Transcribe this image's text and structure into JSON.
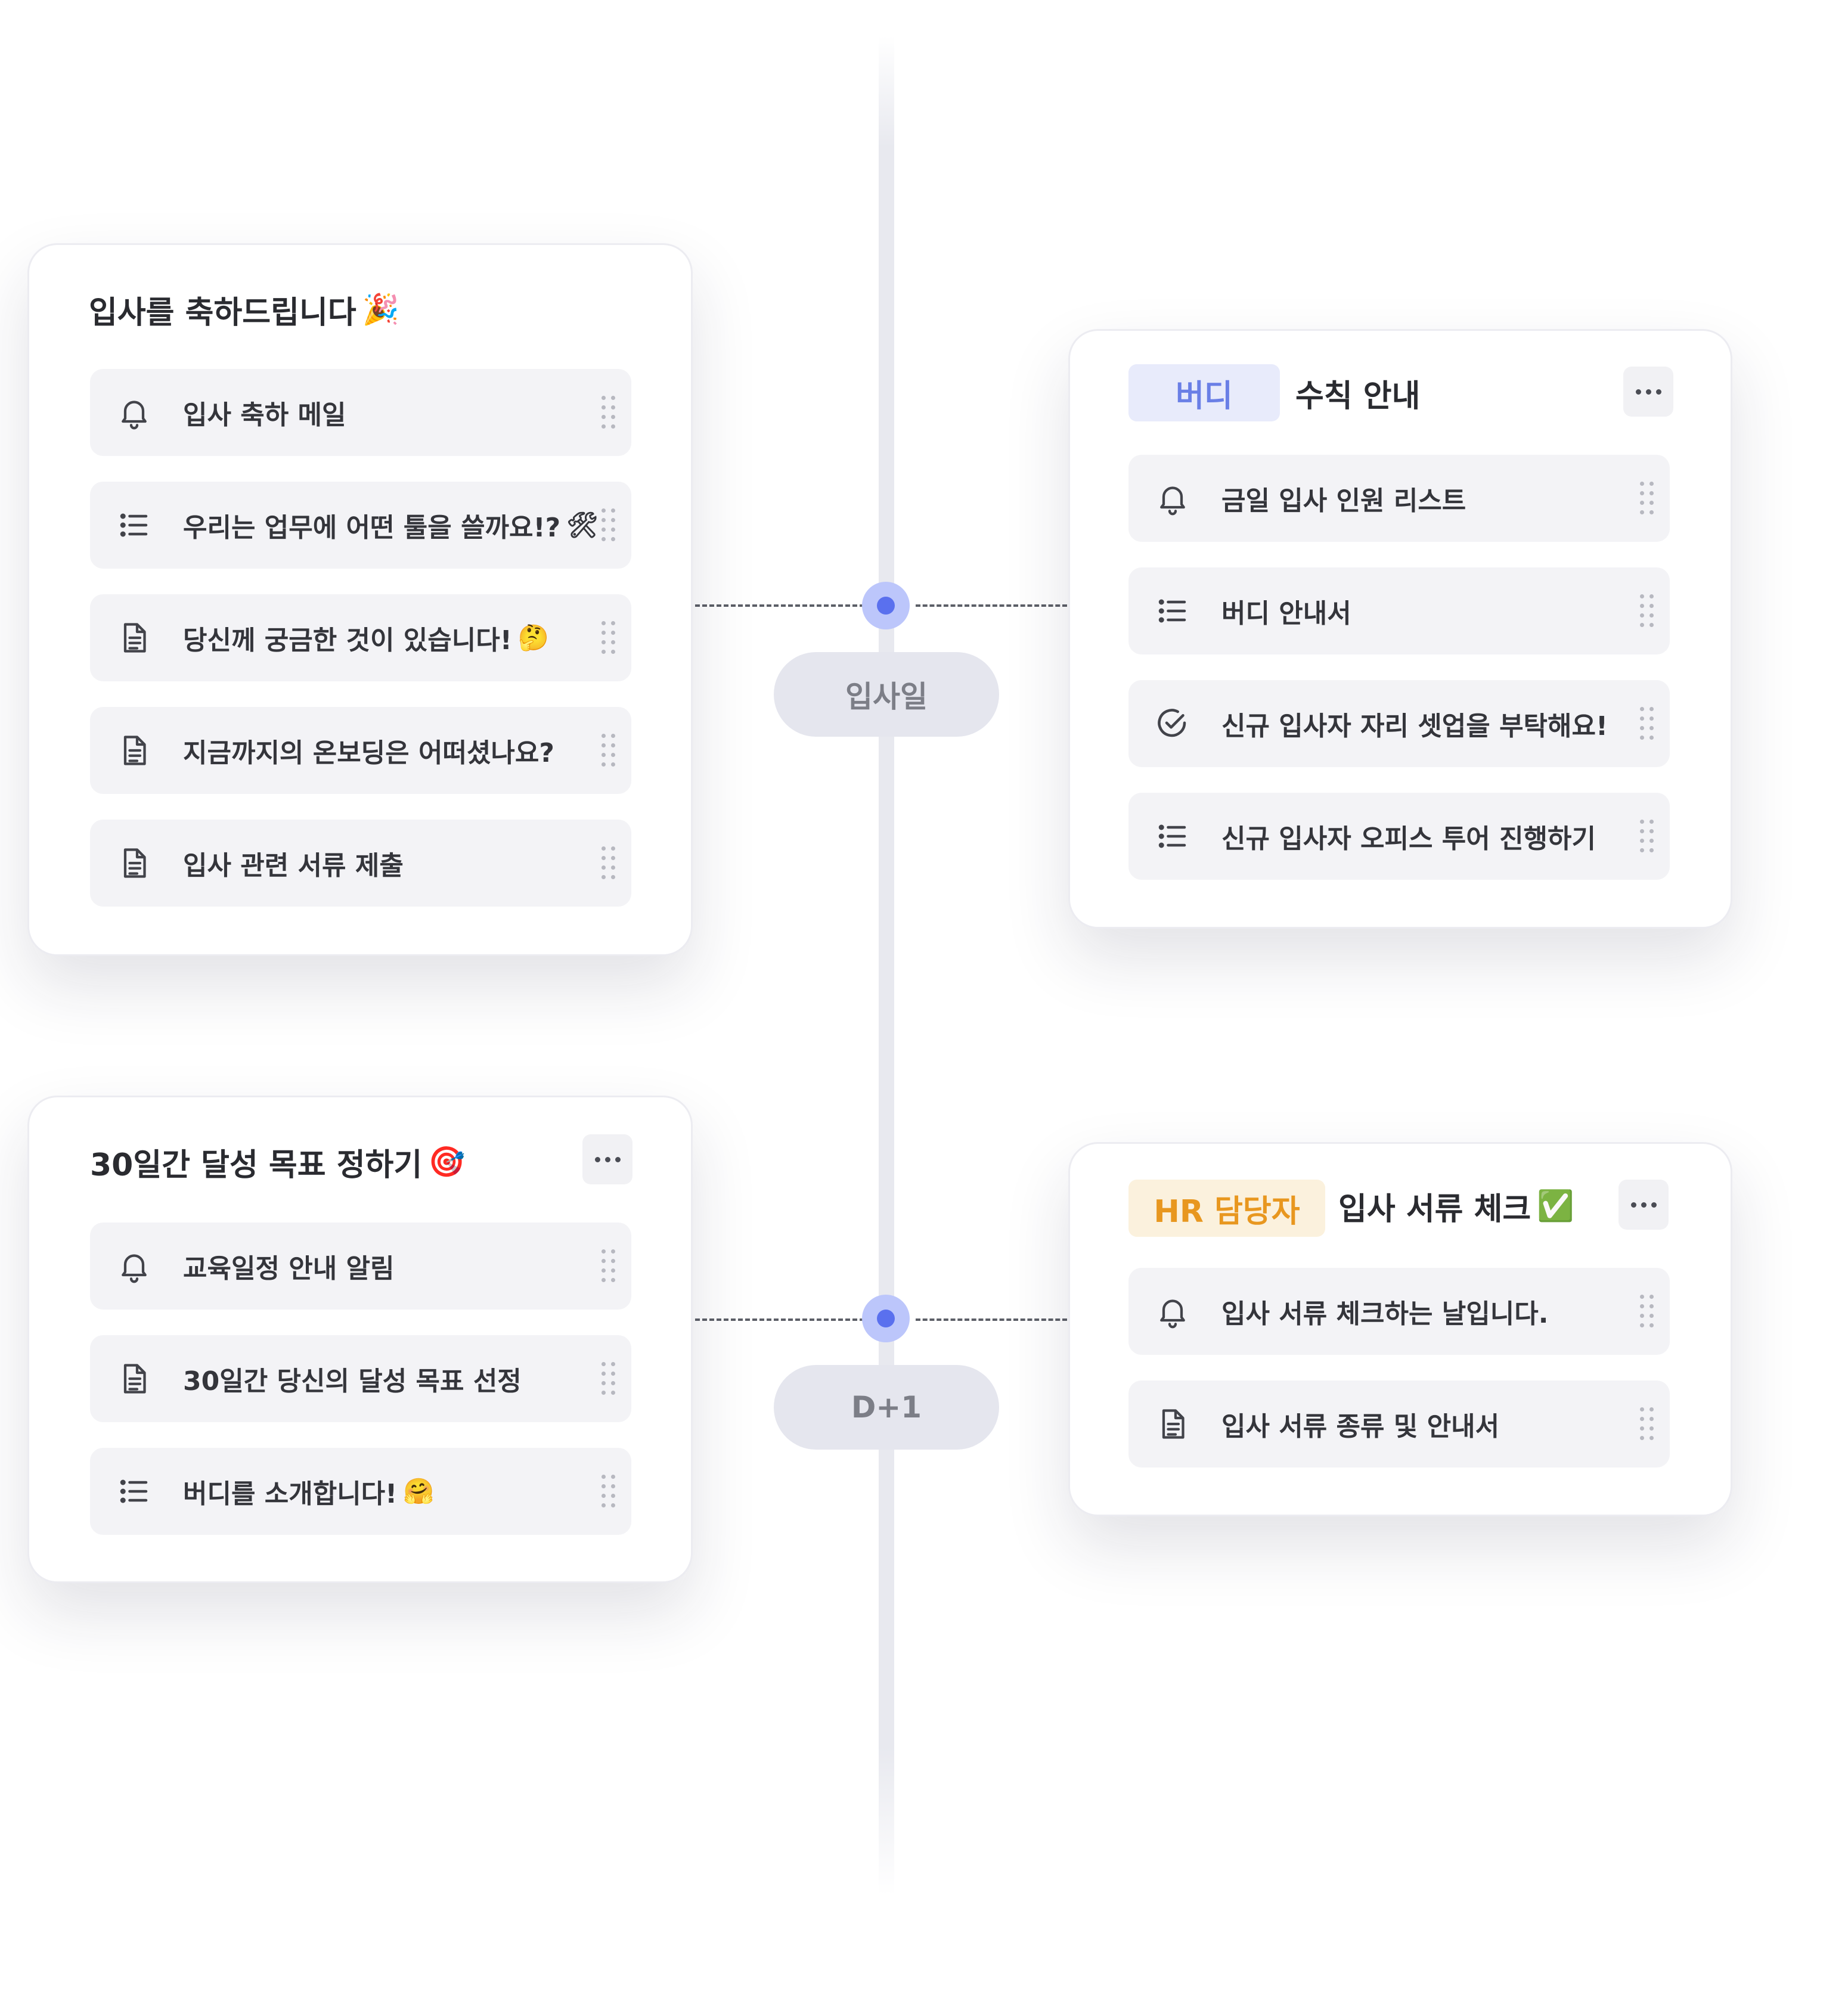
{
  "timeline": {
    "milestones": [
      {
        "label": "입사일"
      },
      {
        "label": "D+1"
      }
    ]
  },
  "cards": {
    "welcome": {
      "title": "입사를 축하드립니다",
      "title_emoji": "🎉",
      "items": [
        {
          "icon": "bell-icon",
          "label": "입사 축하 메일"
        },
        {
          "icon": "list-icon",
          "label": "우리는 업무에 어떤 툴을 쓸까요!?",
          "emoji": "🛠"
        },
        {
          "icon": "document-icon",
          "label": "당신께 궁금한 것이 있습니다!",
          "emoji": "🤔"
        },
        {
          "icon": "document-icon",
          "label": "지금까지의 온보딩은 어떠셨나요?"
        },
        {
          "icon": "document-icon",
          "label": "입사 관련 서류 제출"
        }
      ]
    },
    "buddy": {
      "tag": "버디",
      "title": "수칙 안내",
      "items": [
        {
          "icon": "bell-icon",
          "label": "금일 입사 인원 리스트"
        },
        {
          "icon": "list-icon",
          "label": "버디 안내서"
        },
        {
          "icon": "check-circle-icon",
          "label": "신규 입사자 자리 셋업을 부탁해요!"
        },
        {
          "icon": "list-icon",
          "label": "신규 입사자 오피스 투어 진행하기"
        }
      ]
    },
    "goals": {
      "title": "30일간 달성 목표 정하기",
      "title_emoji": "🎯",
      "items": [
        {
          "icon": "bell-icon",
          "label": "교육일정 안내 알림"
        },
        {
          "icon": "document-icon",
          "label": "30일간 당신의 달성 목표 선정"
        },
        {
          "icon": "list-icon",
          "label": "버디를 소개합니다!",
          "emoji": "🤗"
        }
      ]
    },
    "hr": {
      "tag": "HR 담당자",
      "title": "입사 서류 체크",
      "title_emoji": "✅",
      "items": [
        {
          "icon": "bell-icon",
          "label": "입사 서류 체크하는 날입니다."
        },
        {
          "icon": "document-icon",
          "label": "입사 서류 종류 및 안내서"
        }
      ]
    }
  },
  "colors": {
    "accent_blue": "#5a70ee",
    "tag_blue_text": "#6a7fe6",
    "tag_orange_text": "#e8971f"
  }
}
